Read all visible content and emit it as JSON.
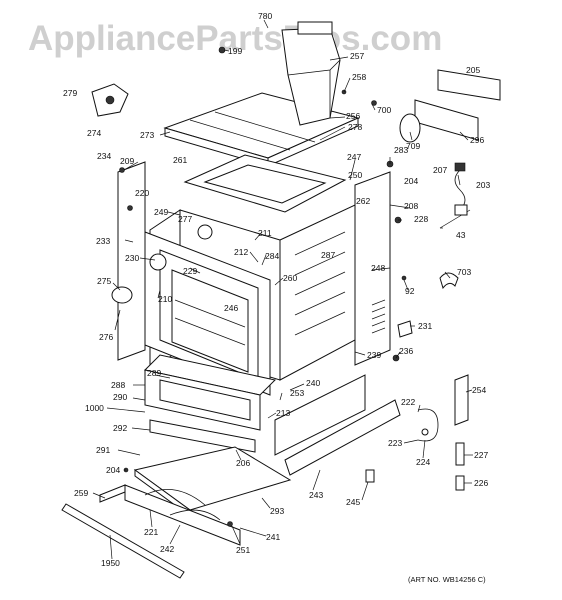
{
  "watermark": "AppliancePartsPros.com",
  "art_no": "(ART NO. WB14256 C)",
  "labels": [
    {
      "id": "780",
      "text": "780"
    },
    {
      "id": "199",
      "text": "199"
    },
    {
      "id": "257",
      "text": "257"
    },
    {
      "id": "205",
      "text": "205"
    },
    {
      "id": "258",
      "text": "258"
    },
    {
      "id": "279",
      "text": "279"
    },
    {
      "id": "700",
      "text": "700"
    },
    {
      "id": "274",
      "text": "274"
    },
    {
      "id": "256",
      "text": "256"
    },
    {
      "id": "278",
      "text": "278"
    },
    {
      "id": "273",
      "text": "273"
    },
    {
      "id": "709",
      "text": "709"
    },
    {
      "id": "296",
      "text": "296"
    },
    {
      "id": "234",
      "text": "234"
    },
    {
      "id": "209",
      "text": "209"
    },
    {
      "id": "261",
      "text": "261"
    },
    {
      "id": "283",
      "text": "283"
    },
    {
      "id": "247",
      "text": "247"
    },
    {
      "id": "250",
      "text": "250"
    },
    {
      "id": "204a",
      "text": "204"
    },
    {
      "id": "207",
      "text": "207"
    },
    {
      "id": "203",
      "text": "203"
    },
    {
      "id": "220",
      "text": "220"
    },
    {
      "id": "262",
      "text": "262"
    },
    {
      "id": "208",
      "text": "208"
    },
    {
      "id": "228",
      "text": "228"
    },
    {
      "id": "249",
      "text": "249"
    },
    {
      "id": "277",
      "text": "277"
    },
    {
      "id": "211",
      "text": "211"
    },
    {
      "id": "43",
      "text": "43"
    },
    {
      "id": "233",
      "text": "233"
    },
    {
      "id": "212",
      "text": "212"
    },
    {
      "id": "284",
      "text": "284"
    },
    {
      "id": "287",
      "text": "287"
    },
    {
      "id": "230",
      "text": "230"
    },
    {
      "id": "248",
      "text": "248"
    },
    {
      "id": "229",
      "text": "229"
    },
    {
      "id": "260",
      "text": "260"
    },
    {
      "id": "703",
      "text": "703"
    },
    {
      "id": "275",
      "text": "275"
    },
    {
      "id": "92",
      "text": "92"
    },
    {
      "id": "210",
      "text": "210"
    },
    {
      "id": "246",
      "text": "246"
    },
    {
      "id": "276",
      "text": "276"
    },
    {
      "id": "231",
      "text": "231"
    },
    {
      "id": "236",
      "text": "236"
    },
    {
      "id": "239",
      "text": "239"
    },
    {
      "id": "289",
      "text": "289"
    },
    {
      "id": "240",
      "text": "240"
    },
    {
      "id": "254",
      "text": "254"
    },
    {
      "id": "288",
      "text": "288"
    },
    {
      "id": "253",
      "text": "253"
    },
    {
      "id": "290",
      "text": "290"
    },
    {
      "id": "222",
      "text": "222"
    },
    {
      "id": "1000",
      "text": "1000"
    },
    {
      "id": "213",
      "text": "213"
    },
    {
      "id": "292",
      "text": "292"
    },
    {
      "id": "223",
      "text": "223"
    },
    {
      "id": "291",
      "text": "291"
    },
    {
      "id": "224",
      "text": "224"
    },
    {
      "id": "227",
      "text": "227"
    },
    {
      "id": "204b",
      "text": "204"
    },
    {
      "id": "206",
      "text": "206"
    },
    {
      "id": "226",
      "text": "226"
    },
    {
      "id": "259",
      "text": "259"
    },
    {
      "id": "243",
      "text": "243"
    },
    {
      "id": "245",
      "text": "245"
    },
    {
      "id": "293",
      "text": "293"
    },
    {
      "id": "221",
      "text": "221"
    },
    {
      "id": "241",
      "text": "241"
    },
    {
      "id": "242",
      "text": "242"
    },
    {
      "id": "251",
      "text": "251"
    },
    {
      "id": "1950",
      "text": "1950"
    }
  ]
}
